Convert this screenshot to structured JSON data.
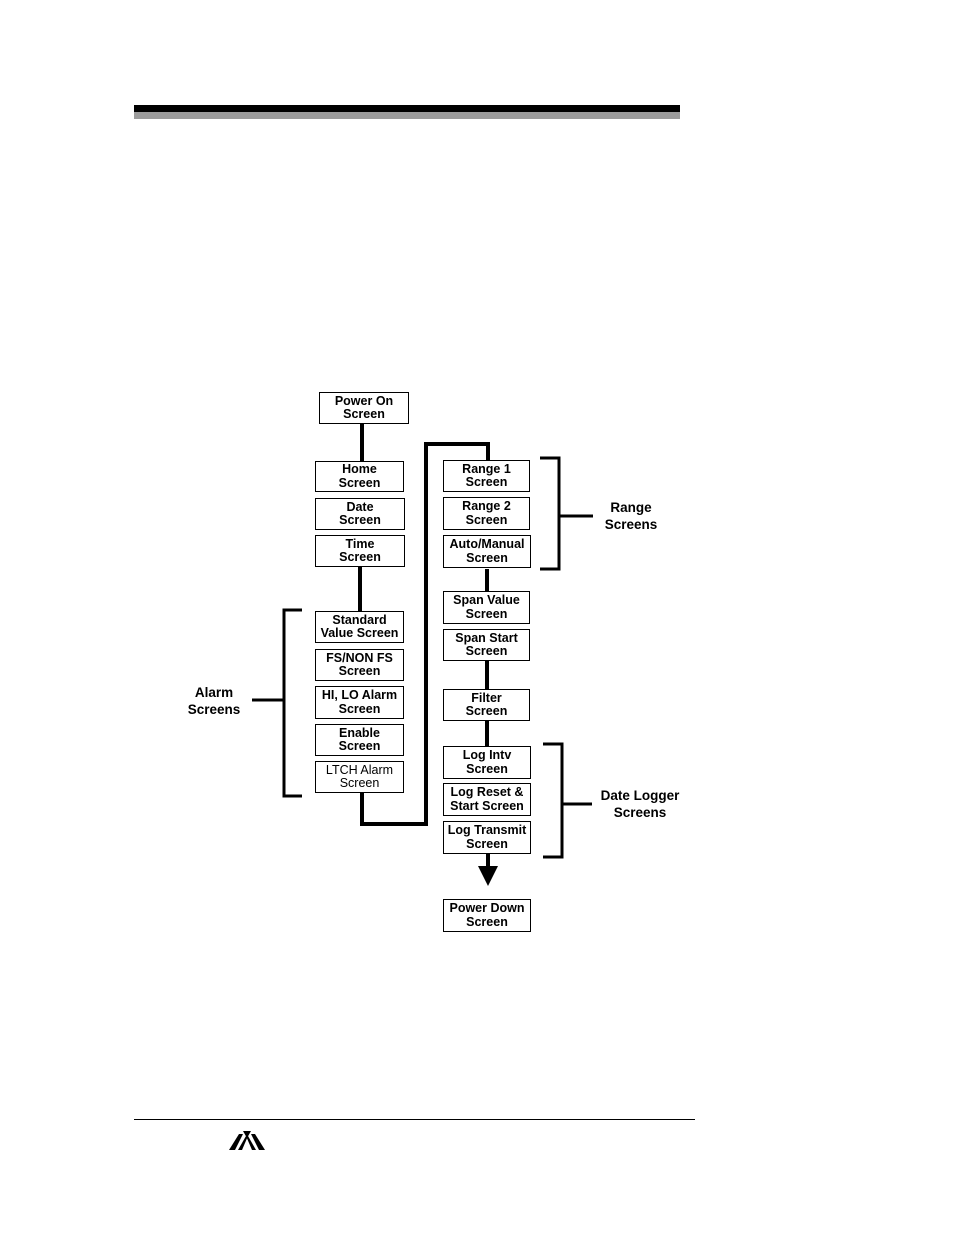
{
  "flowchart": {
    "boxes": {
      "power_on": [
        "Power On",
        "Screen"
      ],
      "home": [
        "Home",
        "Screen"
      ],
      "date": [
        "Date",
        "Screen"
      ],
      "time": [
        "Time",
        "Screen"
      ],
      "standard_value": [
        "Standard",
        "Value Screen"
      ],
      "fs_non_fs": [
        "FS/NON FS",
        "Screen"
      ],
      "hi_lo_alarm": [
        "HI, LO Alarm",
        "Screen"
      ],
      "enable": [
        "Enable",
        "Screen"
      ],
      "ltch_alarm": [
        "LTCH Alarm",
        "Screen"
      ],
      "range1": [
        "Range 1",
        "Screen"
      ],
      "range2": [
        "Range 2",
        "Screen"
      ],
      "auto_manual": [
        "Auto/Manual",
        "Screen"
      ],
      "span_value": [
        "Span Value",
        "Screen"
      ],
      "span_start": [
        "Span Start",
        "Screen"
      ],
      "filter": [
        "Filter",
        "Screen"
      ],
      "log_intv": [
        "Log Intv",
        "Screen"
      ],
      "log_reset": [
        "Log Reset &",
        "Start Screen"
      ],
      "log_transmit": [
        "Log Transmit",
        "Screen"
      ],
      "power_down": [
        "Power Down",
        "Screen"
      ]
    },
    "groups": {
      "alarm": [
        "Alarm",
        "Screens"
      ],
      "range": [
        "Range",
        "Screens"
      ],
      "date_logger": [
        "Date Logger",
        "Screens"
      ]
    }
  },
  "logo": {
    "icon": "teledyne-logo-icon"
  }
}
